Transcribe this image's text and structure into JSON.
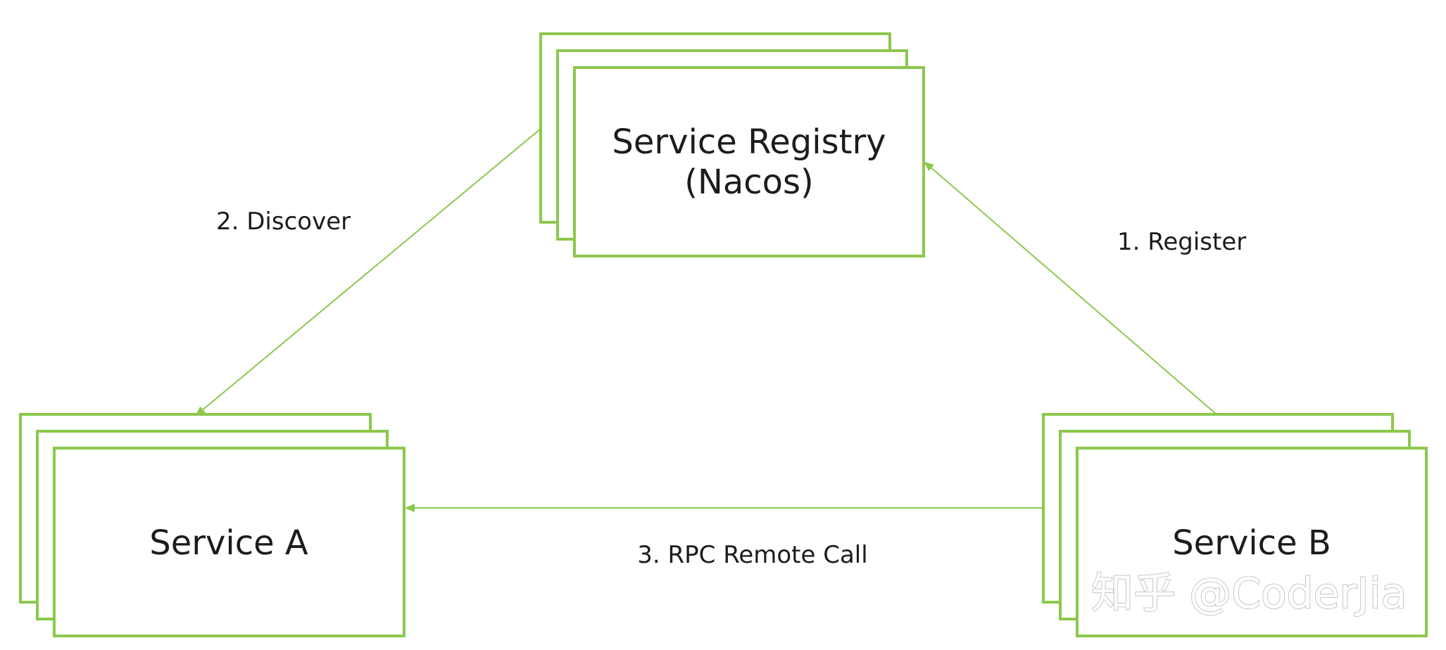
{
  "colors": {
    "accent": "#8cc84b",
    "text": "#1c1c1c",
    "background": "#ffffff",
    "watermark_outline": "#bdbdbd"
  },
  "nodes": {
    "registry": {
      "line1": "Service Registry",
      "line2": "(Nacos)"
    },
    "service_a": {
      "label": "Service A"
    },
    "service_b": {
      "label": "Service B"
    }
  },
  "edges": {
    "register": "1. Register",
    "discover": "2. Discover",
    "rpc_call": "3. RPC Remote Call"
  },
  "watermark": "知乎 @CoderJia"
}
